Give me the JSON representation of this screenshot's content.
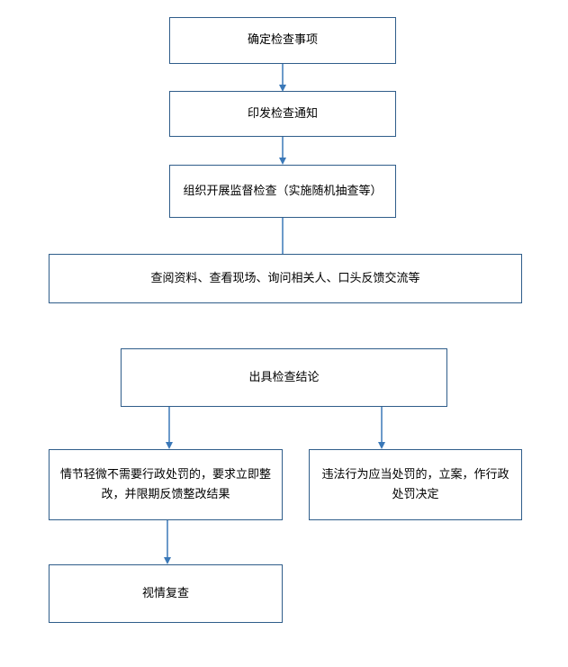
{
  "diagram": {
    "colors": {
      "line": "#3a78b8",
      "border": "#2f5d8a"
    },
    "nodes": {
      "determine_items": "确定检查事项",
      "issue_notice": "印发检查通知",
      "organize_inspection": "组织开展监督检查（实施随机抽查等）",
      "methods": "查阅资料、查看现场、询问相关人、口头反馈交流等",
      "conclusion": "出具检查结论",
      "minor_case": "情节轻微不需要行政处罚的，要求立即整改，并限期反馈整改结果",
      "violation_case": "违法行为应当处罚的，立案，作行政处罚决定",
      "review": "视情复查"
    }
  }
}
